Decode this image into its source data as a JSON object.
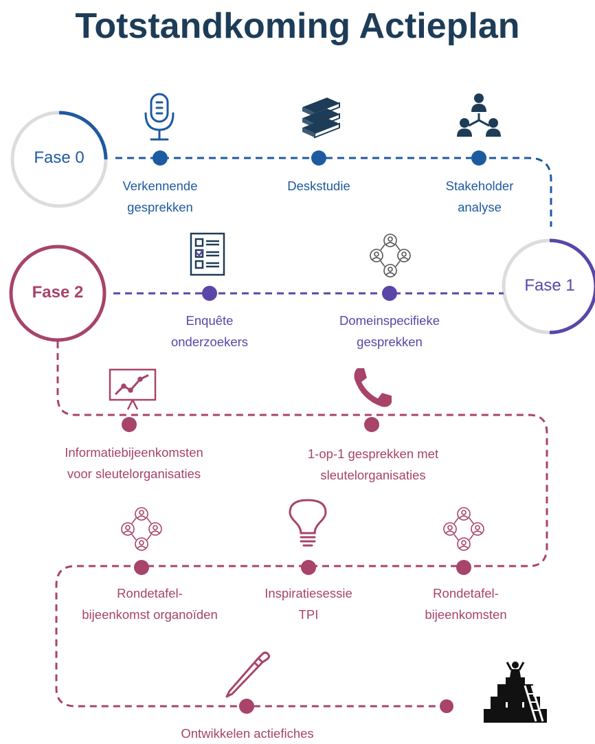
{
  "title": "Totstandkoming Actieplan",
  "colors": {
    "title": "#1d3c57",
    "fase0": "#1e5aa0",
    "fase1": "#5a45a8",
    "fase2": "#a8436a",
    "ring_grey": "#dcdcdc",
    "icon_dark": "#1d3c57"
  },
  "phases": [
    {
      "label": "Fase 0"
    },
    {
      "label": "Fase 1"
    },
    {
      "label": "Fase 2"
    }
  ],
  "steps": {
    "verkennende": {
      "label": "Verkennende gesprekken",
      "icon": "microphone-icon"
    },
    "deskstudie": {
      "label": "Deskstudie",
      "icon": "books-icon"
    },
    "stakeholder": {
      "label": "Stakeholder analyse",
      "icon": "org-chart-icon"
    },
    "enquete": {
      "label": "Enquête onderzoekers",
      "icon": "checklist-icon"
    },
    "domein": {
      "label": "Domeinspecifieke gesprekken",
      "icon": "people-network-icon"
    },
    "informatie": {
      "label": "Informatiebijeenkomsten voor sleutelorganisaties",
      "icon": "presentation-chart-icon"
    },
    "een_op_een": {
      "label": "1-op-1 gesprekken met sleutelorganisaties",
      "icon": "phone-icon"
    },
    "rondetafel_org": {
      "label": "Rondetafel-bijeenkomst organoïden",
      "icon": "people-network-icon"
    },
    "inspiratie": {
      "label": "Inspiratiesessie TPI",
      "icon": "lightbulb-icon"
    },
    "rondetafel": {
      "label": "Rondetafel-bijeenkomsten",
      "icon": "people-network-icon"
    },
    "actiefiches": {
      "label": "Ontwikkelen actiefiches",
      "icon": "pen-icon"
    },
    "finish": {
      "icon": "podium-climber-icon"
    }
  }
}
